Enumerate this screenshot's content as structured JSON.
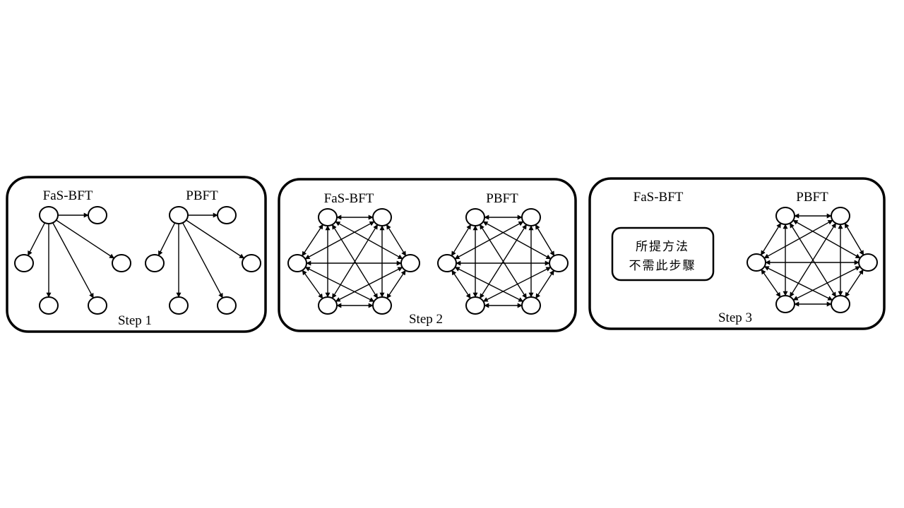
{
  "panels": [
    {
      "id": "step1",
      "step_label": "Step 1",
      "fas": {
        "title": "FaS-BFT",
        "mode": "broadcast"
      },
      "pbft": {
        "title": "PBFT",
        "mode": "broadcast"
      }
    },
    {
      "id": "step2",
      "step_label": "Step 2",
      "fas": {
        "title": "FaS-BFT",
        "mode": "all-to-all"
      },
      "pbft": {
        "title": "PBFT",
        "mode": "all-to-all"
      }
    },
    {
      "id": "step3",
      "step_label": "Step 3",
      "fas": {
        "title": "FaS-BFT",
        "mode": "note",
        "note_lines": [
          "所提方法",
          "不需此步驟"
        ]
      },
      "pbft": {
        "title": "PBFT",
        "mode": "all-to-all"
      }
    }
  ],
  "colors": {
    "stroke": "#000000",
    "background": "#ffffff"
  }
}
